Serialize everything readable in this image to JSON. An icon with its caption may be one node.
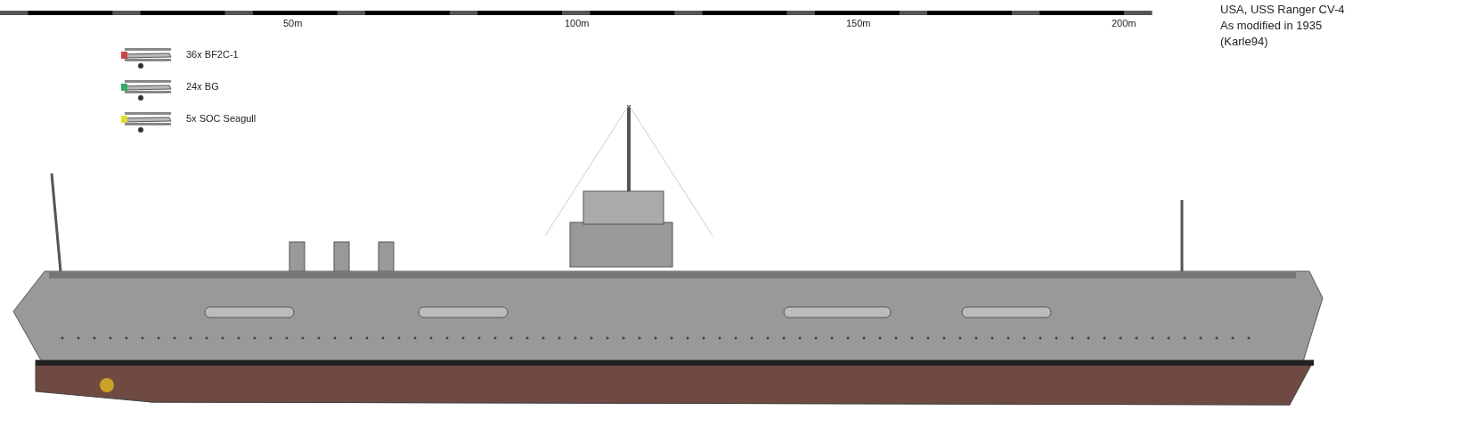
{
  "diagram": {
    "labels": [
      "50m",
      "100m",
      "150m",
      "200m",
      "USA, USS Ranger CV-4",
      "As modified in 1935",
      "(Karle94)"
    ],
    "legend": [
      {
        "text": "36x BF2C-1"
      },
      {
        "text": "24x BG"
      },
      {
        "text": "5x SOC Seagull"
      }
    ]
  }
}
